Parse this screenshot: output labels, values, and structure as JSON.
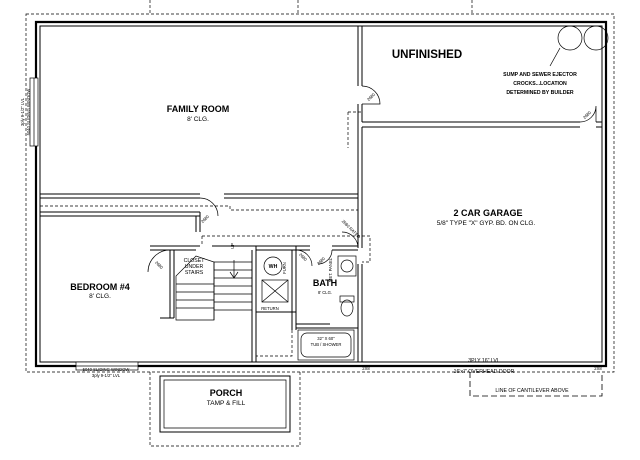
{
  "plan": {
    "rooms": {
      "family_room": {
        "name": "FAMILY ROOM",
        "ceiling": "8' CLG."
      },
      "bedroom": {
        "name": "BEDROOM #4",
        "ceiling": "8' CLG."
      },
      "garage": {
        "name": "2 CAR GARAGE",
        "note": "5/8\" TYPE \"X\" GYP. BD. ON CLG."
      },
      "unfinished": {
        "name": "UNFINISHED"
      },
      "porch": {
        "name": "PORCH",
        "note": "TAMP & FILL"
      },
      "bath": {
        "name": "BATH",
        "ceiling": "8' CLG."
      },
      "closet": {
        "line1": "CLOSET",
        "line2": "UNDER",
        "line3": "STAIRS"
      }
    },
    "notes": {
      "sump_line1": "SUMP AND SEWER EJECTOR",
      "sump_line2": "CROCKS...LOCATION",
      "sump_line3": "DETERMINED BY BUILDER",
      "lvl_beam": "3PLY 16\" LVL",
      "overhead_door": "16'x7' OVERHEAD DOOR",
      "cantilever": "LINE OF CANTILEVER ABOVE",
      "window_bottom": "5040 SLIDING WINDOW",
      "window_bottom_lvl": "3ply 9-1/2\" LVL",
      "window_left": "5040 SLIDING WINDOW",
      "window_left_lvl": "3ply 9-1/2\" LVL",
      "tub": "32\" X 60\"",
      "tub2": "TUB / SHOWER",
      "return": "RETURN",
      "wh": "WH",
      "furn": "FURN",
      "header_left": "2X8",
      "header_right": "2X8",
      "door_fam": "2680",
      "door_unf": "2680",
      "door_bed": "2680",
      "door_bed2": "2680",
      "door_bath": "2680",
      "door_bath2": "2680",
      "door_rated": "2680 RATED",
      "door_mech": "2680",
      "door_mech2": "2680",
      "dn": "UP",
      "fixture_sink": "MET. PANEL"
    }
  }
}
